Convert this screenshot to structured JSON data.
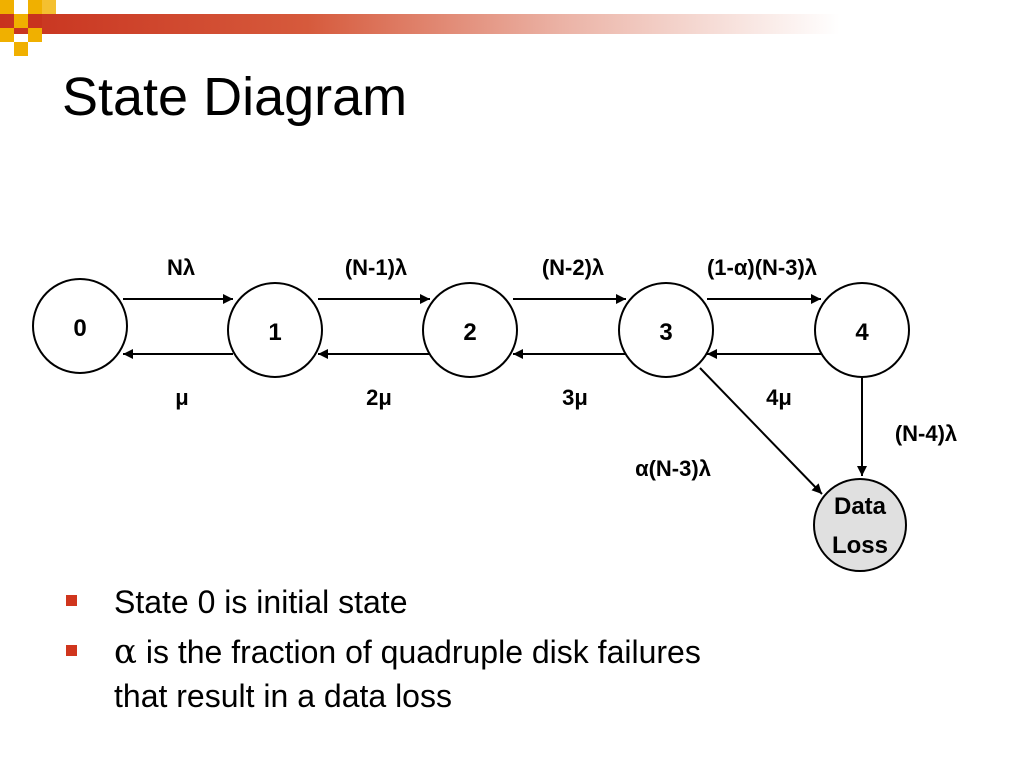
{
  "slide": {
    "title": "State Diagram"
  },
  "diagram": {
    "states": [
      {
        "id": "0",
        "label": "0"
      },
      {
        "id": "1",
        "label": "1"
      },
      {
        "id": "2",
        "label": "2"
      },
      {
        "id": "3",
        "label": "3"
      },
      {
        "id": "4",
        "label": "4"
      }
    ],
    "data_loss": {
      "line1": "Data",
      "line2": "Loss"
    },
    "failure_rates": [
      "Nλ",
      "(N-1)λ",
      "(N-2)λ",
      "(1-α)(N-3)λ"
    ],
    "repair_rates": [
      "μ",
      "2μ",
      "3μ",
      "4μ"
    ],
    "loss_rates": {
      "from_3": "α(N-3)λ",
      "from_4": "(N-4)λ"
    }
  },
  "bullets": [
    {
      "text": "State 0 is initial state"
    },
    {
      "symbol": "α",
      "text": " is the fraction of quadruple disk failures that result in a data loss"
    }
  ],
  "colors": {
    "accent": "#c8321e",
    "bullet": "#d0351d",
    "data_loss_fill": "#e0e0e0"
  }
}
